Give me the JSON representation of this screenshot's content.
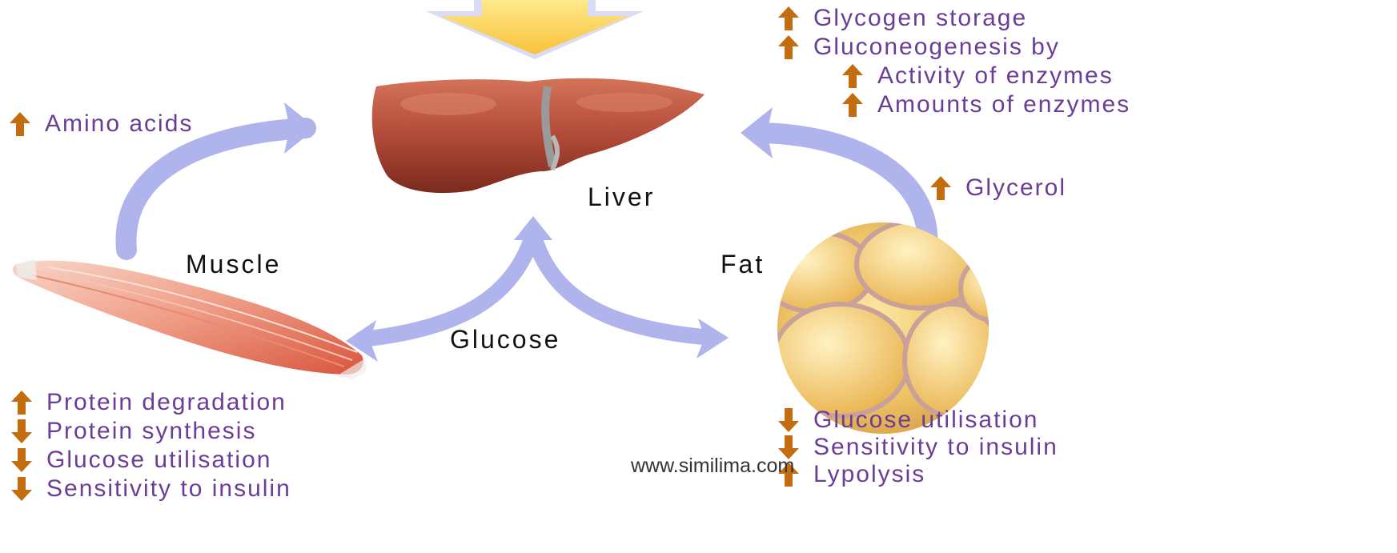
{
  "colors": {
    "arrow_up": "#c46d10",
    "arrow_down": "#c46d10",
    "cycle_arrow": "#b0b4ec",
    "label_text": "#6a3d96",
    "organ_label": "#111111"
  },
  "organs": {
    "liver": "Liver",
    "muscle": "Muscle",
    "fat": "Fat",
    "glucose": "Glucose"
  },
  "liver_effects": [
    {
      "direction": "up",
      "icon": "up-arrow-icon",
      "text": "Glycogen storage"
    },
    {
      "direction": "up",
      "icon": "up-arrow-icon",
      "text": "Gluconeogenesis by"
    },
    {
      "direction": "up",
      "icon": "up-arrow-icon",
      "text": "Activity of enzymes"
    },
    {
      "direction": "up",
      "icon": "up-arrow-icon",
      "text": "Amounts of enzymes"
    }
  ],
  "amino_acids": {
    "direction": "up",
    "icon": "up-arrow-icon",
    "text": "Amino acids"
  },
  "glycerol": {
    "direction": "up",
    "icon": "up-arrow-icon",
    "text": "Glycerol"
  },
  "muscle_effects": [
    {
      "direction": "up",
      "icon": "up-arrow-icon",
      "text": "Protein degradation"
    },
    {
      "direction": "down",
      "icon": "down-arrow-icon",
      "text": "Protein synthesis"
    },
    {
      "direction": "down",
      "icon": "down-arrow-icon",
      "text": "Glucose utilisation"
    },
    {
      "direction": "down",
      "icon": "down-arrow-icon",
      "text": "Sensitivity to insulin"
    }
  ],
  "fat_effects": [
    {
      "direction": "down",
      "icon": "down-arrow-icon",
      "text": "Glucose utilisation"
    },
    {
      "direction": "down",
      "icon": "down-arrow-icon",
      "text": "Sensitivity to insulin"
    },
    {
      "direction": "up",
      "icon": "up-arrow-icon",
      "text": "Lypolysis"
    }
  ],
  "watermark": "www.similima.com"
}
